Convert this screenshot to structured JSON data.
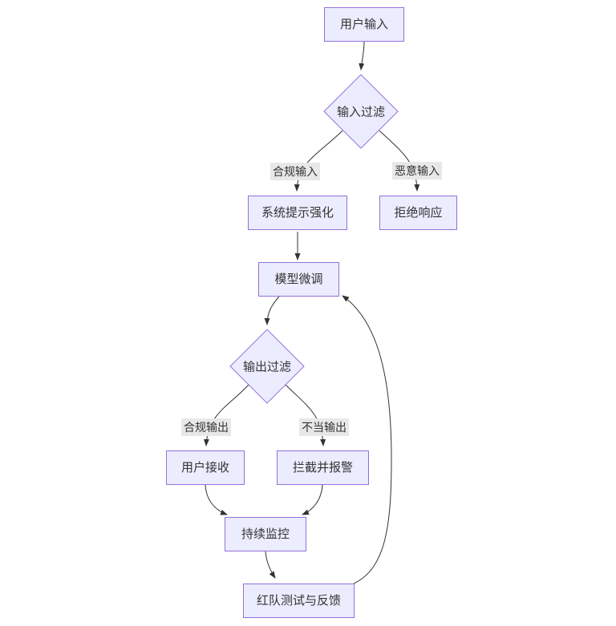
{
  "diagram": {
    "type": "flowchart",
    "direction": "top-down",
    "nodes": [
      {
        "id": "user-input",
        "label": "用户输入",
        "shape": "rect"
      },
      {
        "id": "input-filter",
        "label": "输入过滤",
        "shape": "diamond"
      },
      {
        "id": "system-prompt-hardening",
        "label": "系统提示强化",
        "shape": "rect"
      },
      {
        "id": "reject-response",
        "label": "拒绝响应",
        "shape": "rect"
      },
      {
        "id": "model-finetune",
        "label": "模型微调",
        "shape": "rect"
      },
      {
        "id": "output-filter",
        "label": "输出过滤",
        "shape": "diamond"
      },
      {
        "id": "user-receive",
        "label": "用户接收",
        "shape": "rect"
      },
      {
        "id": "intercept-alert",
        "label": "拦截并报警",
        "shape": "rect"
      },
      {
        "id": "continuous-monitoring",
        "label": "持续监控",
        "shape": "rect"
      },
      {
        "id": "red-team-feedback",
        "label": "红队测试与反馈",
        "shape": "rect"
      }
    ],
    "edges": [
      {
        "from": "user-input",
        "to": "input-filter",
        "label": ""
      },
      {
        "from": "input-filter",
        "to": "system-prompt-hardening",
        "label": "合规输入"
      },
      {
        "from": "input-filter",
        "to": "reject-response",
        "label": "恶意输入"
      },
      {
        "from": "system-prompt-hardening",
        "to": "model-finetune",
        "label": ""
      },
      {
        "from": "model-finetune",
        "to": "output-filter",
        "label": ""
      },
      {
        "from": "output-filter",
        "to": "user-receive",
        "label": "合规输出"
      },
      {
        "from": "output-filter",
        "to": "intercept-alert",
        "label": "不当输出"
      },
      {
        "from": "user-receive",
        "to": "continuous-monitoring",
        "label": ""
      },
      {
        "from": "intercept-alert",
        "to": "continuous-monitoring",
        "label": ""
      },
      {
        "from": "continuous-monitoring",
        "to": "red-team-feedback",
        "label": ""
      },
      {
        "from": "red-team-feedback",
        "to": "model-finetune",
        "label": ""
      }
    ]
  },
  "theme": {
    "node-fill": "#ECECFF",
    "node-border": "#9370DB",
    "edge-color": "#333333",
    "edge-label-bg": "#e8e8e8",
    "text-color": "#333333",
    "canvas-bg": "#ffffff"
  }
}
